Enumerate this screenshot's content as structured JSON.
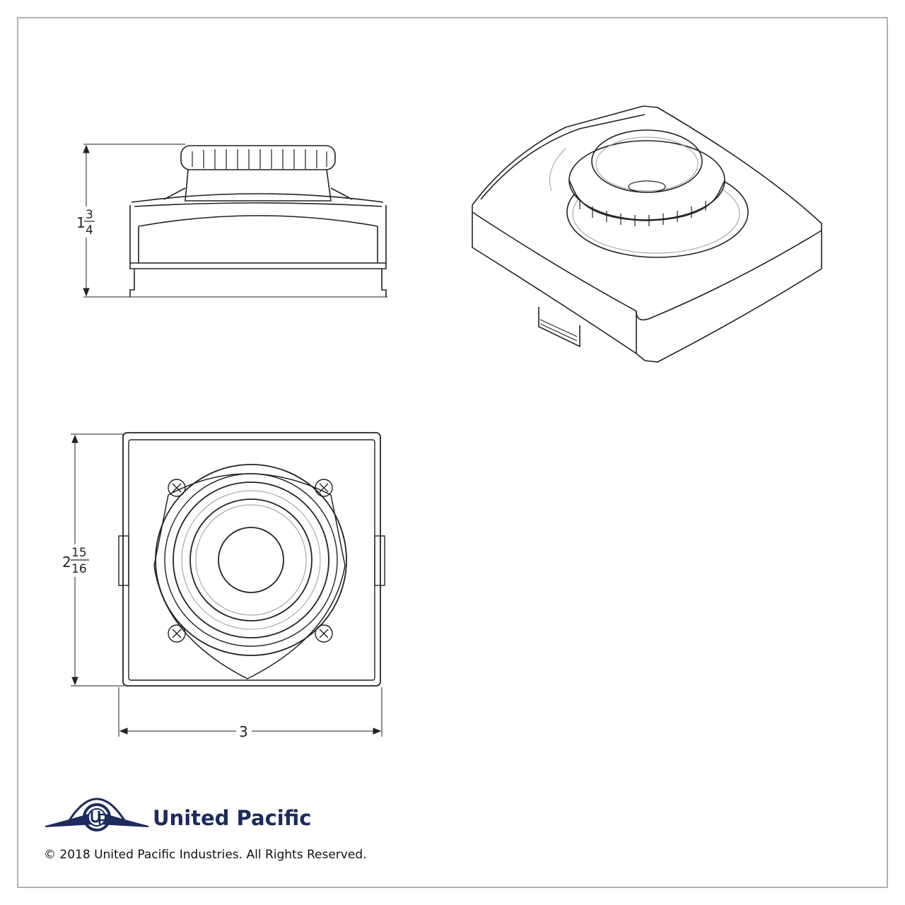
{
  "dimensions": {
    "height": {
      "whole": "1",
      "num": "3",
      "den": "4"
    },
    "depth": {
      "whole": "2",
      "num": "15",
      "den": "16"
    },
    "width": "3"
  },
  "brand": {
    "name": "United Pacific",
    "logo_letters": "UP"
  },
  "copyright": "© 2018 United Pacific Industries. All Rights Reserved.",
  "colors": {
    "line": "#222222",
    "light_line": "#9a9a9a",
    "brand_navy": "#1d2a5c"
  }
}
